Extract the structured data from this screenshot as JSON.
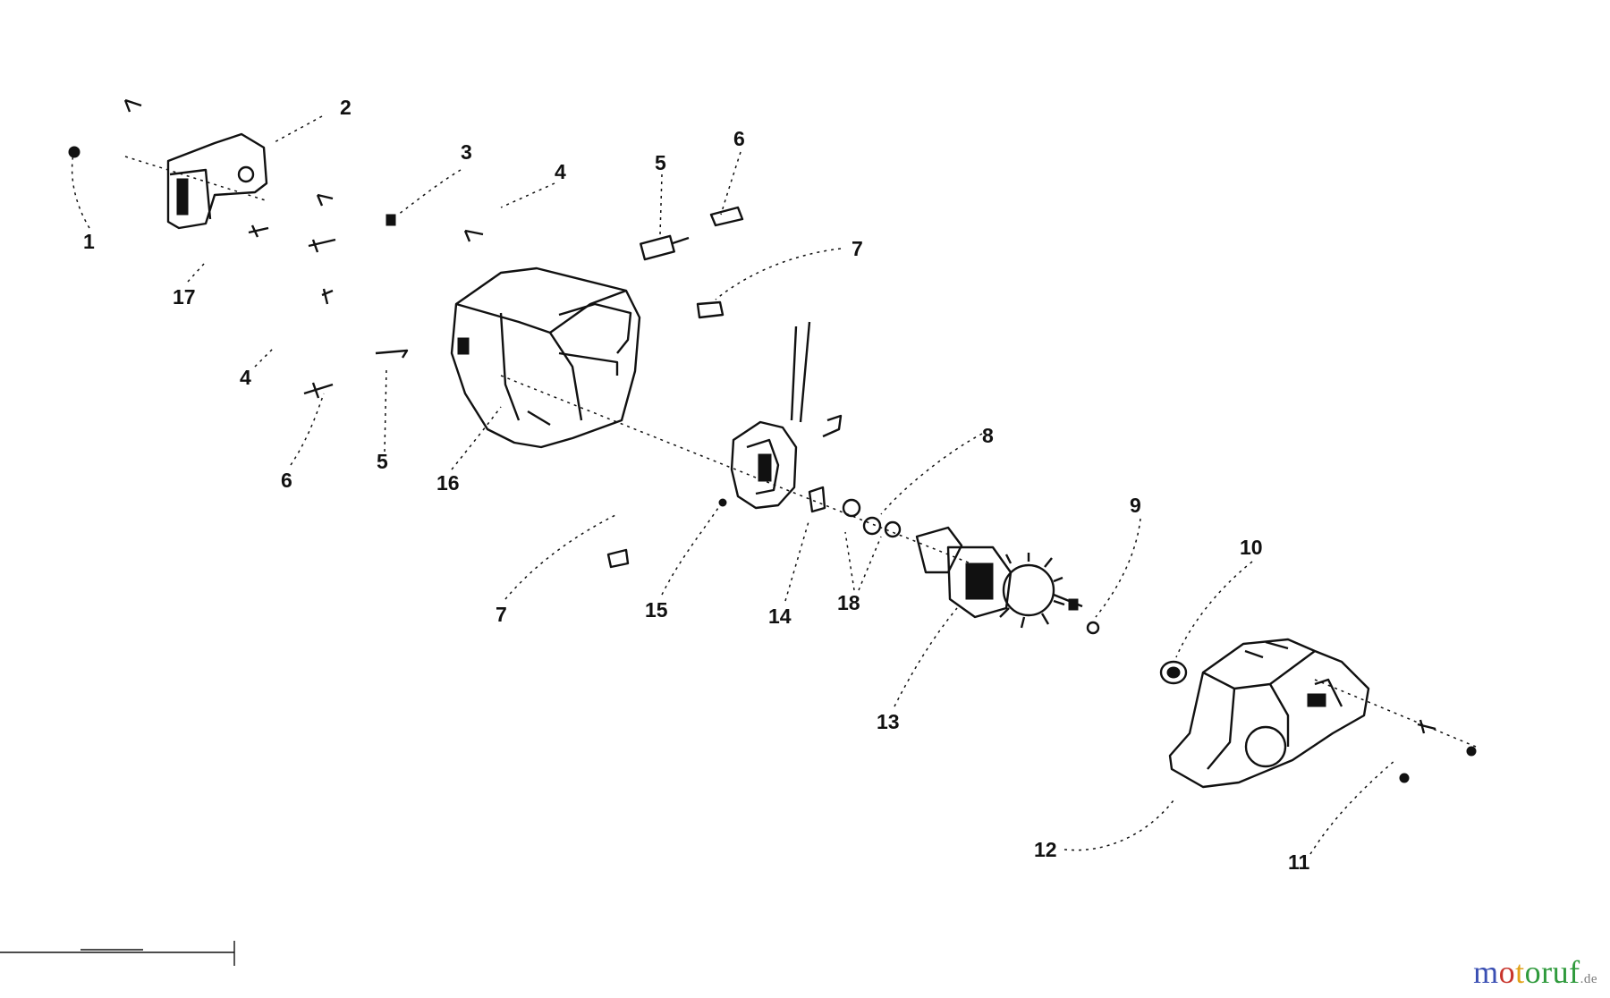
{
  "labels": [
    "1",
    "2",
    "3",
    "4",
    "5",
    "6",
    "7",
    "17",
    "4",
    "6",
    "5",
    "16",
    "7",
    "8",
    "15",
    "14",
    "18",
    "9",
    "10",
    "13",
    "12",
    "11"
  ],
  "watermark": {
    "part1": "m",
    "part2": "o",
    "part3": "t",
    "part4": "oruf",
    "suffix": ".de"
  },
  "colors": {
    "ink": "#111111",
    "brand_blue": "#3a4fb3",
    "brand_red": "#c8342b",
    "brand_yellow": "#e2a21a",
    "brand_green": "#2f9a3c"
  }
}
